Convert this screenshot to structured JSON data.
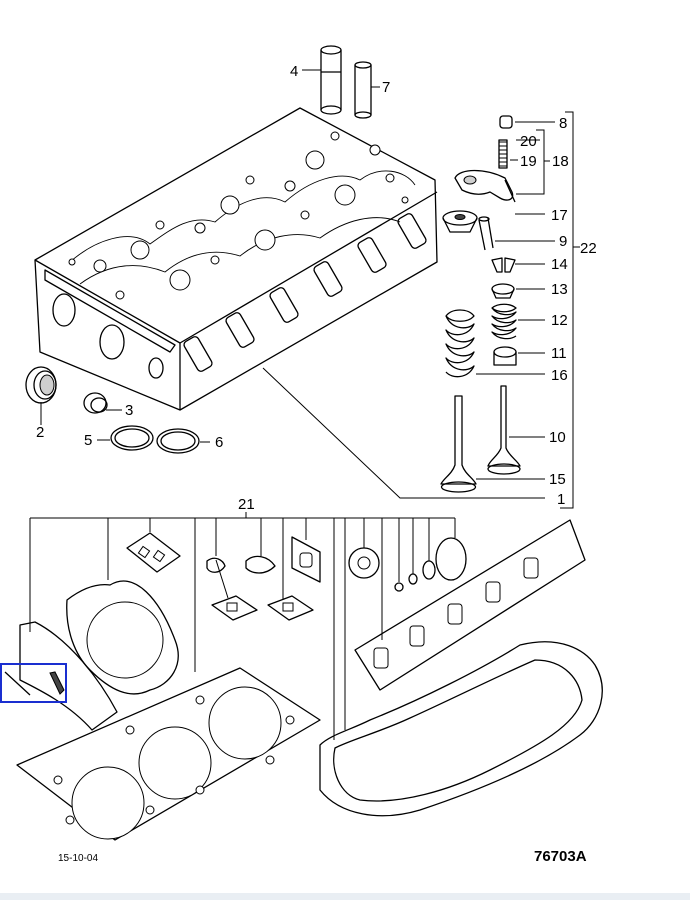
{
  "part_labels": {
    "p1": "1",
    "p2": "2",
    "p3": "3",
    "p4": "4",
    "p5": "5",
    "p6": "6",
    "p7": "7",
    "p8": "8",
    "p9": "9",
    "p10": "10",
    "p11": "11",
    "p12": "12",
    "p13": "13",
    "p14": "14",
    "p15": "15",
    "p16": "16",
    "p17": "17",
    "p18": "18",
    "p19": "19",
    "p20": "20",
    "p21": "21",
    "p22": "22"
  },
  "footer": {
    "date": "15-10-04",
    "drawing_number": "76703A"
  },
  "colors": {
    "selection_box": "#1a2fd0",
    "line": "#000000",
    "strip": "#e9eef3"
  }
}
